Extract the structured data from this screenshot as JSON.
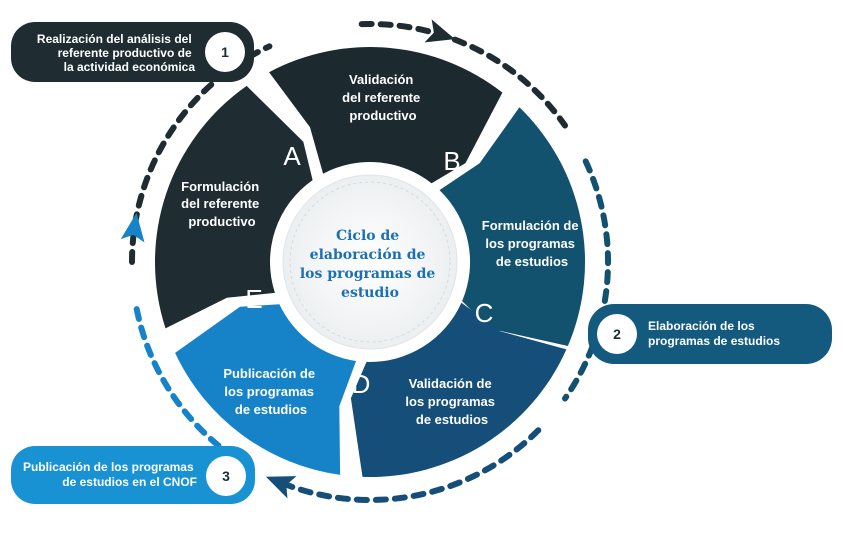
{
  "center": {
    "lines": [
      "Ciclo de",
      "elaboración de",
      "los programas de",
      "estudio"
    ],
    "color": "#1a6fb5"
  },
  "segments": [
    {
      "letter": "A",
      "lines": [
        "Formulación",
        "del referente",
        "productivo"
      ],
      "color": "#1f2d33"
    },
    {
      "letter": "B",
      "lines": [
        "Validación",
        "del referente",
        "productivo"
      ],
      "color": "#1c2a30"
    },
    {
      "letter": "C",
      "lines": [
        "Formulación de",
        "los programas",
        "de estudios"
      ],
      "color": "#12526e"
    },
    {
      "letter": "D",
      "lines": [
        "Validación de",
        "los programas",
        "de estudios"
      ],
      "color": "#144e79"
    },
    {
      "letter": "E",
      "lines": [
        "Publicación de",
        "los programas",
        "de estudios"
      ],
      "color": "#1683c8"
    }
  ],
  "callouts": [
    {
      "number": "1",
      "lines": [
        "Realización del análisis del",
        "referente productivo de",
        "la actividad económica"
      ],
      "color": "#1f2d33"
    },
    {
      "number": "2",
      "lines": [
        "Elaboración de los",
        "programas de estudios"
      ],
      "color": "#135a7e"
    },
    {
      "number": "3",
      "lines": [
        "Publicación de los programas",
        "de estudios en el CNOF"
      ],
      "color": "#1992d4"
    }
  ]
}
